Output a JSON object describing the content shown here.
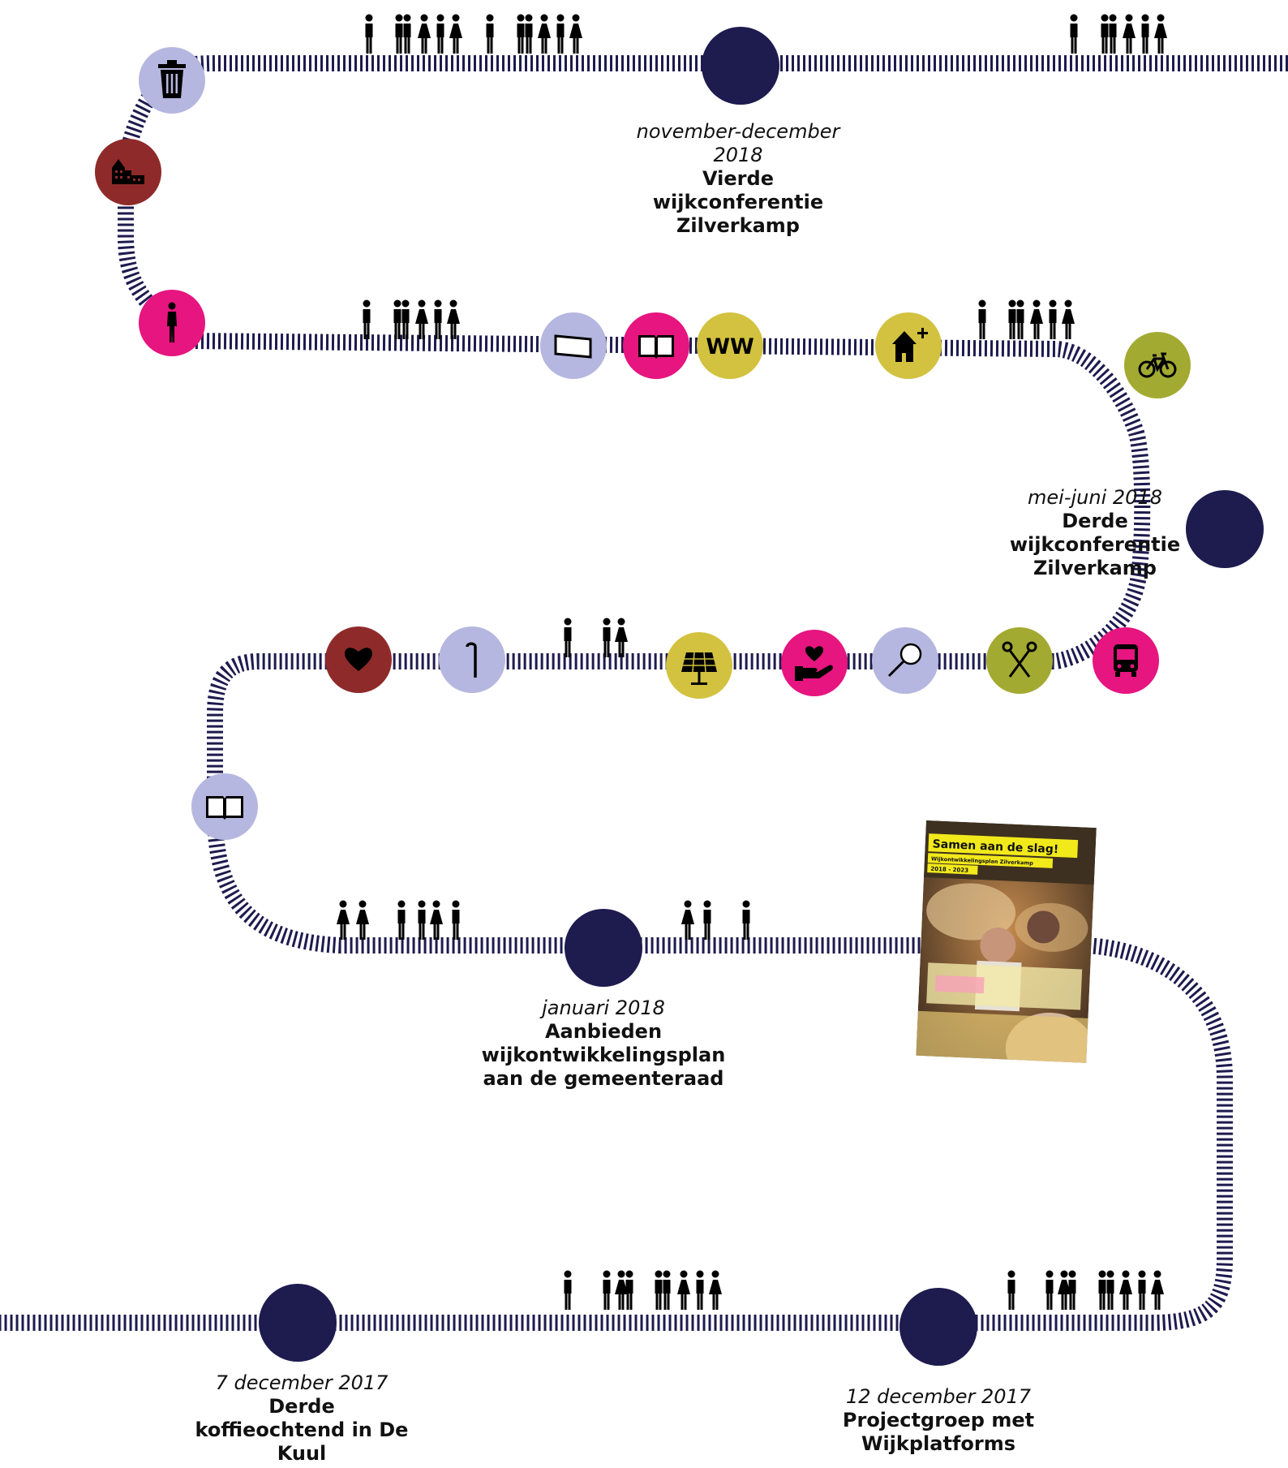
{
  "milestones": [
    {
      "id": "nov-dec-2018",
      "date": "november-december\n2018",
      "title": "Vierde\nwijkconferentie\nZilverkamp"
    },
    {
      "id": "mei-juni-2018",
      "date": "mei-juni 2018",
      "title": "Derde\nwijkconferentie\nZilverkamp"
    },
    {
      "id": "jan-2018",
      "date": "januari 2018",
      "title": "Aanbieden\nwijkontwikkelingsplan\naan de gemeenteraad"
    },
    {
      "id": "7-dec-2017",
      "date": "7 december 2017",
      "title": "Derde\nkoffieochtend in De\nKuul"
    },
    {
      "id": "12-dec-2017",
      "date": "12 december 2017",
      "title": "Projectgroep met\nWijkplatforms"
    }
  ],
  "brochure": {
    "title": "Samen aan de slag!",
    "subtitle": "Wijkontwikkelingsplan Zilverkamp",
    "years": "2018 - 2023"
  },
  "theme_icons": [
    {
      "name": "trash-bin-icon",
      "color": "#b6b7e0"
    },
    {
      "name": "buildings-icon",
      "color": "#8e2b2a"
    },
    {
      "name": "person-walking-icon",
      "color": "#e6157f"
    },
    {
      "name": "flyer-icon",
      "color": "#b6b7e0"
    },
    {
      "name": "open-book-icon",
      "color": "#e6157f"
    },
    {
      "name": "ww-icon",
      "color": "#d2c23f",
      "text": "WW"
    },
    {
      "name": "house-plus-icon",
      "color": "#d2c23f"
    },
    {
      "name": "bicycle-icon",
      "color": "#a3aa32"
    },
    {
      "name": "heart-icon",
      "color": "#8e2b2a"
    },
    {
      "name": "walking-cane-icon",
      "color": "#b6b7e0"
    },
    {
      "name": "solar-panel-icon",
      "color": "#d2c23f"
    },
    {
      "name": "heart-in-hand-icon",
      "color": "#e6157f"
    },
    {
      "name": "magnifier-icon",
      "color": "#b6b7e0"
    },
    {
      "name": "scissors-icon",
      "color": "#a3aa32"
    },
    {
      "name": "bus-icon",
      "color": "#e6157f"
    },
    {
      "name": "reading-book-icon",
      "color": "#b6b7e0"
    }
  ],
  "colors": {
    "road": "#1e1b4f",
    "milestone": "#1e1b4f",
    "lavender": "#b6b7e0",
    "maroon": "#8e2b2a",
    "magenta": "#e6157f",
    "mustard": "#d2c23f",
    "olive": "#a3aa32",
    "brochure_yellow": "#f2e91b"
  }
}
